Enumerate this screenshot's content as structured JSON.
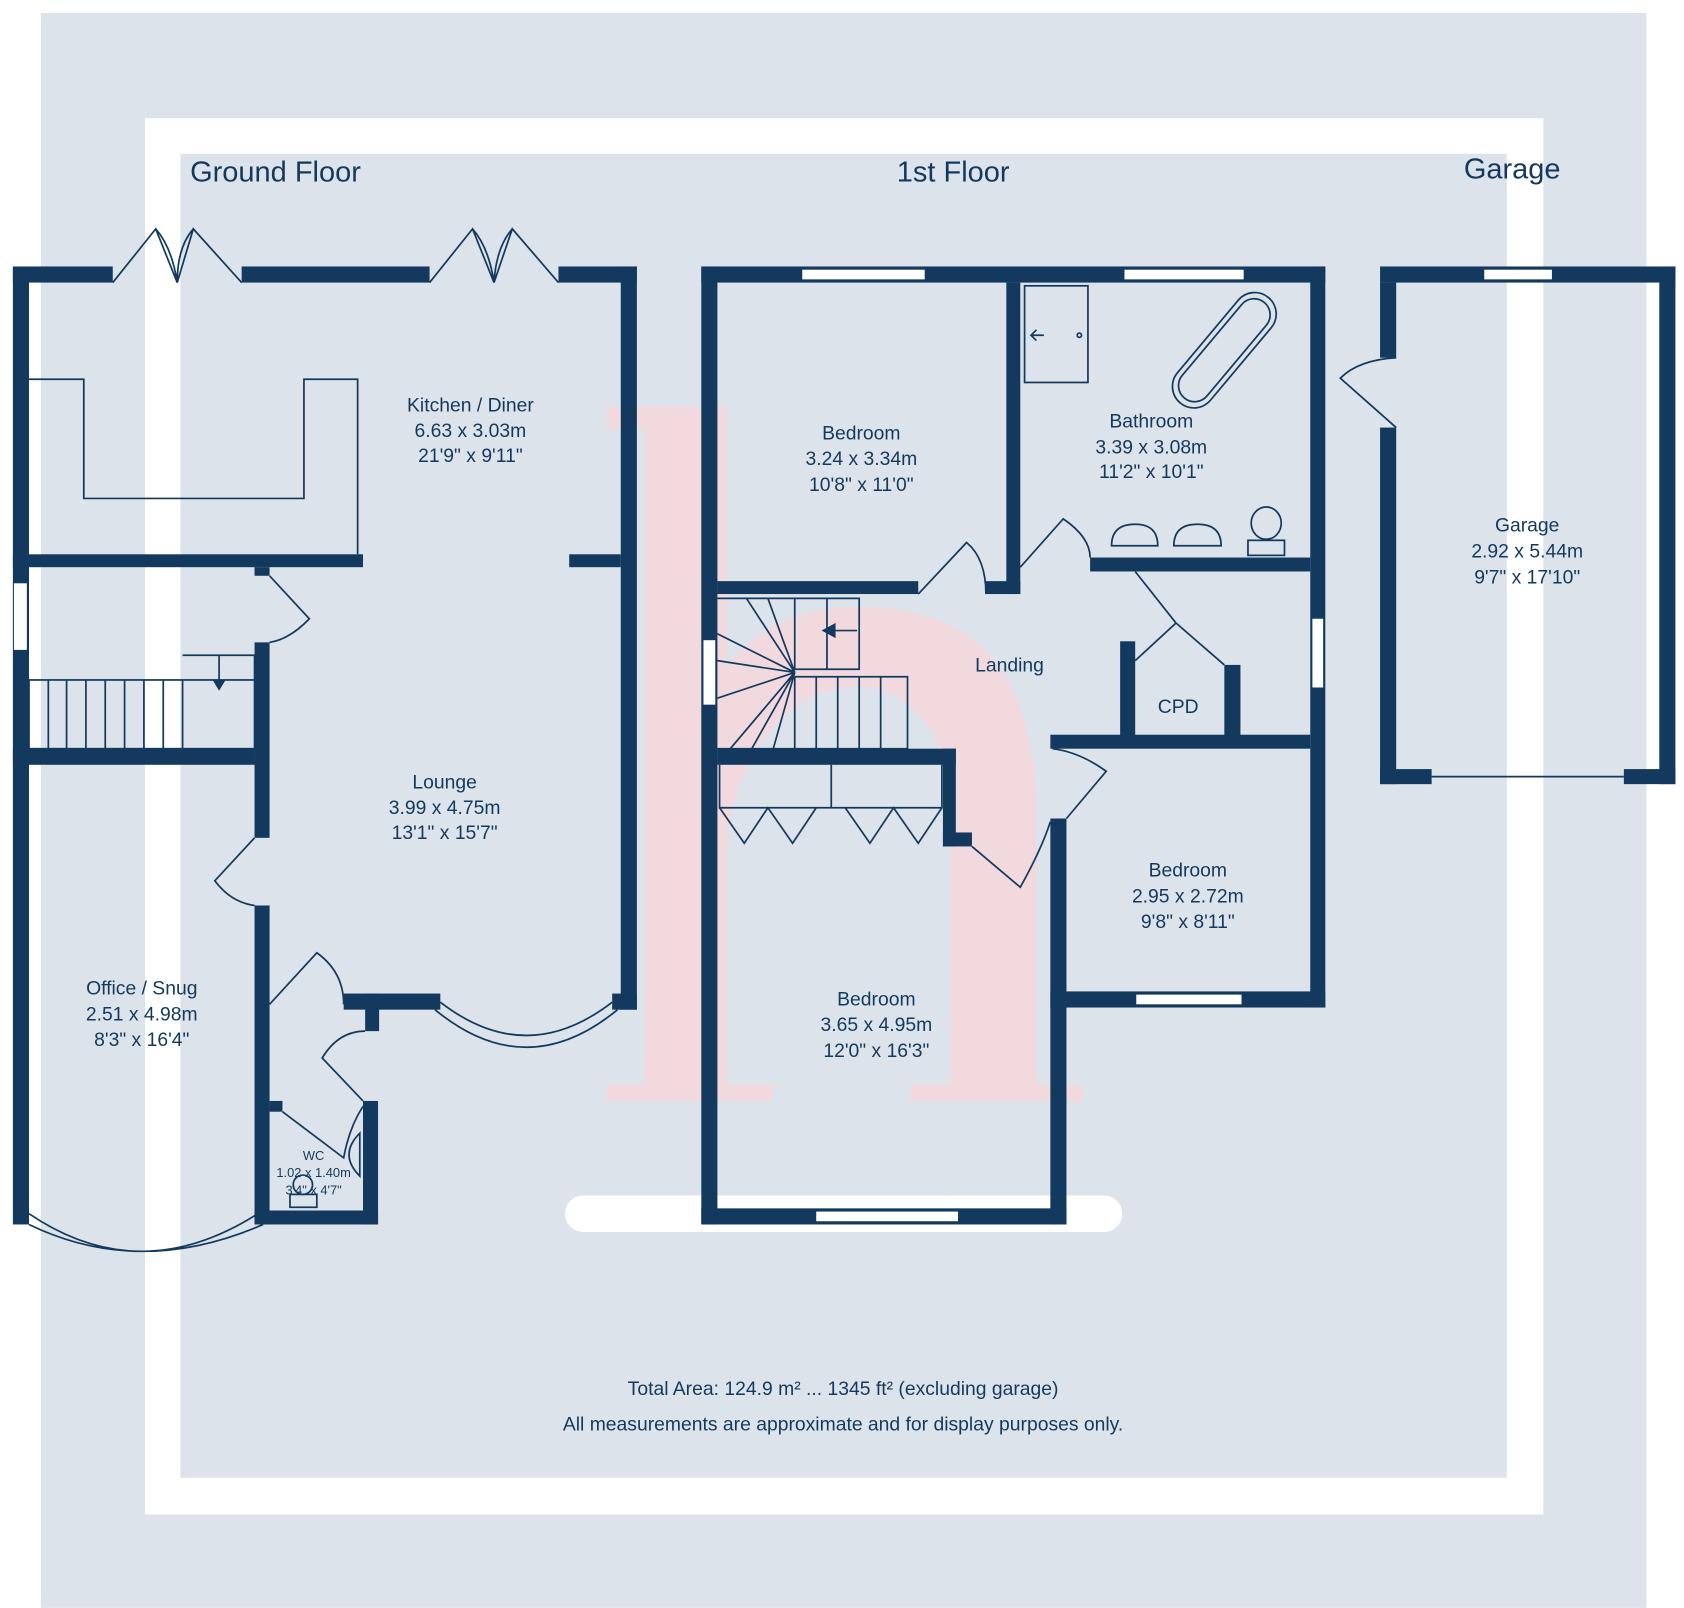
{
  "titles": {
    "ground": "Ground Floor",
    "first": "1st Floor",
    "garage": "Garage"
  },
  "logo": {
    "letter": "h"
  },
  "rooms": {
    "kitchen": {
      "name": "Kitchen / Diner",
      "metric": "6.63 x 3.03m",
      "imperial": "21'9\" x 9'11\""
    },
    "lounge": {
      "name": "Lounge",
      "metric": "3.99 x 4.75m",
      "imperial": "13'1\" x 15'7\""
    },
    "office": {
      "name": "Office / Snug",
      "metric": "2.51 x 4.98m",
      "imperial": "8'3\" x 16'4\""
    },
    "wc": {
      "name": "WC",
      "metric": "1.02 x 1.40m",
      "imperial": "3'4\" x 4'7\""
    },
    "bedroom1": {
      "name": "Bedroom",
      "metric": "3.24 x 3.34m",
      "imperial": "10'8\" x 11'0\""
    },
    "bathroom": {
      "name": "Bathroom",
      "metric": "3.39 x 3.08m",
      "imperial": "11'2\" x 10'1\""
    },
    "landing": {
      "name": "Landing"
    },
    "cpd": {
      "name": "CPD"
    },
    "bedroom2": {
      "name": "Bedroom",
      "metric": "2.95 x 2.72m",
      "imperial": "9'8\" x 8'11\""
    },
    "bedroom3": {
      "name": "Bedroom",
      "metric": "3.65 x 4.95m",
      "imperial": "12'0\" x 16'3\""
    },
    "garage": {
      "name": "Garage",
      "metric": "2.92 x 5.44m",
      "imperial": "9'7\" x 17'10\""
    }
  },
  "footer": {
    "area": "Total Area: 124.9 m² ... 1345 ft² (excluding garage)",
    "disclaimer": "All measurements are approximate and for display purposes only."
  },
  "colors": {
    "wall": "#133a5e",
    "background": "#dce3ea",
    "watermark": "#f7d6db"
  }
}
